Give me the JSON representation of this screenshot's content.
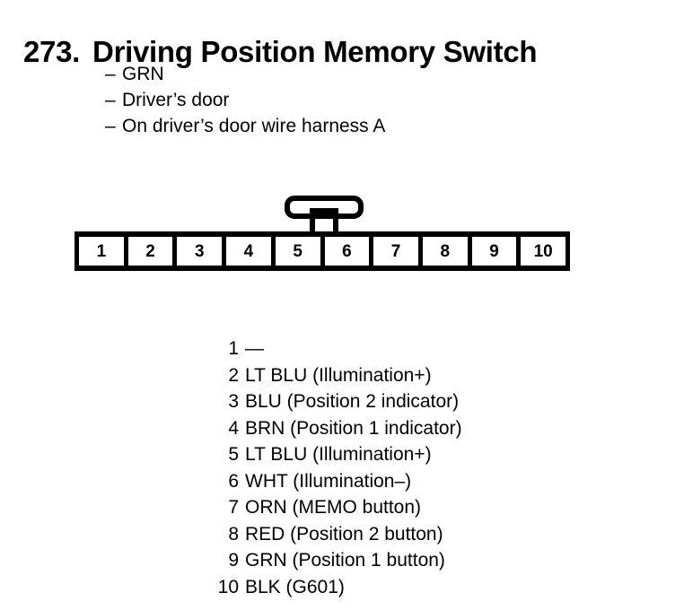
{
  "header": {
    "number": "273.",
    "title": "Driving Position Memory Switch",
    "attributes": [
      {
        "dash": "–",
        "text": "GRN"
      },
      {
        "dash": "–",
        "text": "Driver’s door"
      },
      {
        "dash": "–",
        "text": "On driver’s door wire harness A"
      }
    ]
  },
  "connector": {
    "pin_count": 10,
    "pins": [
      "1",
      "2",
      "3",
      "4",
      "5",
      "6",
      "7",
      "8",
      "9",
      "10"
    ],
    "latch_between_pins": "5-6",
    "colors": {
      "body": "#000000",
      "cell": "#ffffff"
    }
  },
  "pin_list": [
    {
      "number": "1",
      "description": "—"
    },
    {
      "number": "2",
      "description": "LT BLU (Illumination+)"
    },
    {
      "number": "3",
      "description": "BLU (Position 2 indicator)"
    },
    {
      "number": "4",
      "description": "BRN (Position 1 indicator)"
    },
    {
      "number": "5",
      "description": "LT BLU (Illumination+)"
    },
    {
      "number": "6",
      "description": "WHT (Illumination–)"
    },
    {
      "number": "7",
      "description": "ORN (MEMO button)"
    },
    {
      "number": "8",
      "description": "RED (Position 2 button)"
    },
    {
      "number": "9",
      "description": "GRN (Position 1 button)"
    },
    {
      "number": "10",
      "description": "BLK (G601)"
    }
  ]
}
